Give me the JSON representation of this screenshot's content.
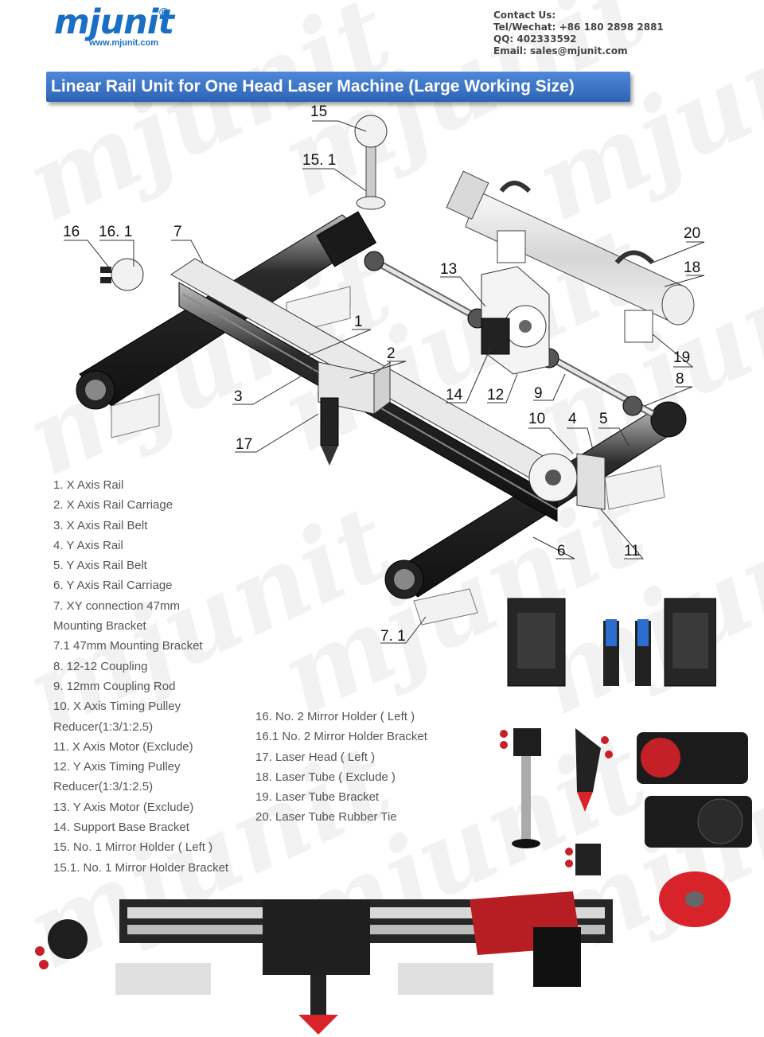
{
  "brand": {
    "name": "mjunit",
    "reg": "®",
    "url": "www.mjunit.com"
  },
  "contact": [
    "Contact Us:",
    "Tel/Wechat: +86 180 2898 2881",
    "QQ: 402333592",
    "Email: sales@mjunit.com"
  ],
  "title": "Linear Rail Unit for One Head Laser Machine (Large Working Size)",
  "callouts": [
    "15",
    "15. 1",
    "16",
    "16. 1",
    "7",
    "20",
    "18",
    "13",
    "1",
    "2",
    "19",
    "8",
    "3",
    "14",
    "12",
    "9",
    "10",
    "4",
    "5",
    "17",
    "6",
    "11",
    "7. 1"
  ],
  "parts_left": [
    "1.    X Axis Rail",
    "2.    X Axis Rail Carriage",
    "3.    X Axis Rail Belt",
    "4.    Y Axis Rail",
    "5.    Y Axis Rail Belt",
    "6.    Y Axis Rail Carriage",
    "7.    XY connection 47mm",
    "Mounting Bracket",
    "7.1  47mm Mounting Bracket",
    "8.    12-12 Coupling",
    "9.    12mm Coupling Rod",
    "10.  X Axis Timing Pulley",
    "Reducer(1:3/1:2.5)",
    "11.  X Axis Motor (Exclude)",
    "12.  Y Axis Timing Pulley",
    "Reducer(1:3/1:2.5)",
    "13.  Y Axis Motor (Exclude)",
    "14.  Support Base Bracket",
    "15. No. 1 Mirror Holder  ( Left )",
    "15.1. No. 1 Mirror Holder Bracket"
  ],
  "parts_right": [
    "16. No. 2 Mirror Holder  ( Left )",
    "16.1 No. 2 Mirror Holder Bracket",
    "17. Laser Head  ( Left )",
    "18. Laser Tube  ( Exclude )",
    "19. Laser Tube Bracket",
    "20. Laser Tube Rubber Tie"
  ],
  "watermark": "mjunit",
  "colors": {
    "brand_blue": "#1a6fc4",
    "title_bar": "#3a70c2",
    "accent_red": "#d8232a"
  }
}
